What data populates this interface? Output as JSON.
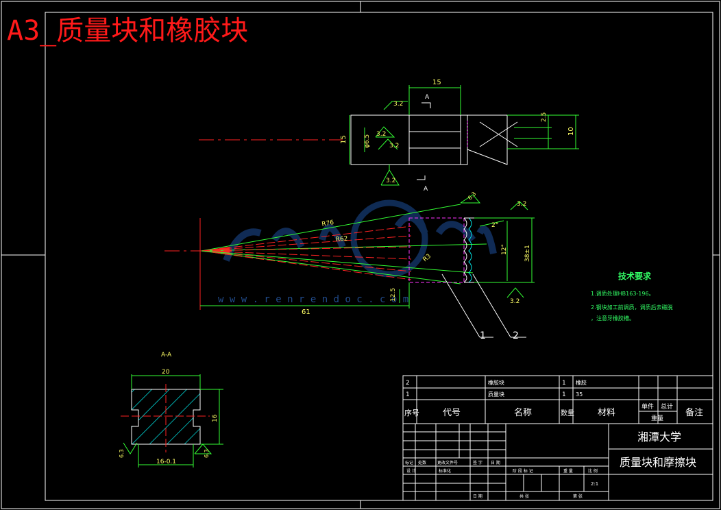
{
  "title": "A3_质量块和橡胶块",
  "watermark": {
    "url": "w w w . r e n r e n d o c . c o m"
  },
  "colors": {
    "bg": "#000000",
    "frame": "#ffffff",
    "dim": "#33ff33",
    "center": "#ff2222",
    "hatch": "#00e5e5",
    "hidden": "#ff33ff",
    "text": "#ffffff",
    "note": "#33ff66",
    "title": "#ff1a1a"
  },
  "top_view": {
    "dim_width": "15",
    "dim_left": "15",
    "dim_inner": "φ6.5",
    "dim_right_a": "2.5",
    "dim_right_b": "10",
    "rough_1": "3.2",
    "rough_2": "3.2",
    "rough_3": "3.2",
    "rough_4": "3.2",
    "section_mark_top": "A",
    "section_mark_bottom": "A"
  },
  "cone_view": {
    "dim_r1": "R76",
    "dim_r2": "R62",
    "dim_r3": "R3",
    "dim_len": "61",
    "dim_small": "12.5",
    "dim_angle1": "2°",
    "dim_angle2": "12°",
    "dim_height": "38±1",
    "rough_top": "6.3",
    "rough_right": "3.2",
    "rough_bottom": "3.2",
    "leader_1": "1",
    "leader_2": "2"
  },
  "tech_req": {
    "heading": "技术要求",
    "line1": "1.调质处理HB163-196。",
    "line2": "2.钢块加工前调质，调质后去磁脱",
    "line3": "，注意牙橡胶槽。"
  },
  "section_aa": {
    "label": "A-A",
    "dim_top": "20",
    "dim_right": "16",
    "dim_bottom": "16-0.1",
    "rough_left": "6.3",
    "rough_right": "6.3"
  },
  "parts_list": [
    {
      "no": "2",
      "name": "橡胶块",
      "qty": "1",
      "material": "橡胶"
    },
    {
      "no": "1",
      "name": "质量块",
      "qty": "1",
      "material": "35"
    }
  ],
  "parts_header": {
    "no": "序号",
    "code": "代号",
    "name": "名称",
    "qty": "数量",
    "material": "材料",
    "unit": "单件",
    "total": "总计",
    "weight": "重量",
    "remark": "备注"
  },
  "title_block": {
    "school": "湘潭大学",
    "drawing_name": "质量块和摩擦块",
    "mark": "标记",
    "count": "处数",
    "change_doc": "更改文件号",
    "sign": "签 字",
    "date": "日 期",
    "design": "设 计",
    "standard": "标准化",
    "stage_mark": "阶 段 标 记",
    "weight": "重 量",
    "scale": "比 例",
    "scale_value": "2:1",
    "sheets_total": "共   张",
    "sheet_no": "第   张",
    "date2": "日 期"
  }
}
